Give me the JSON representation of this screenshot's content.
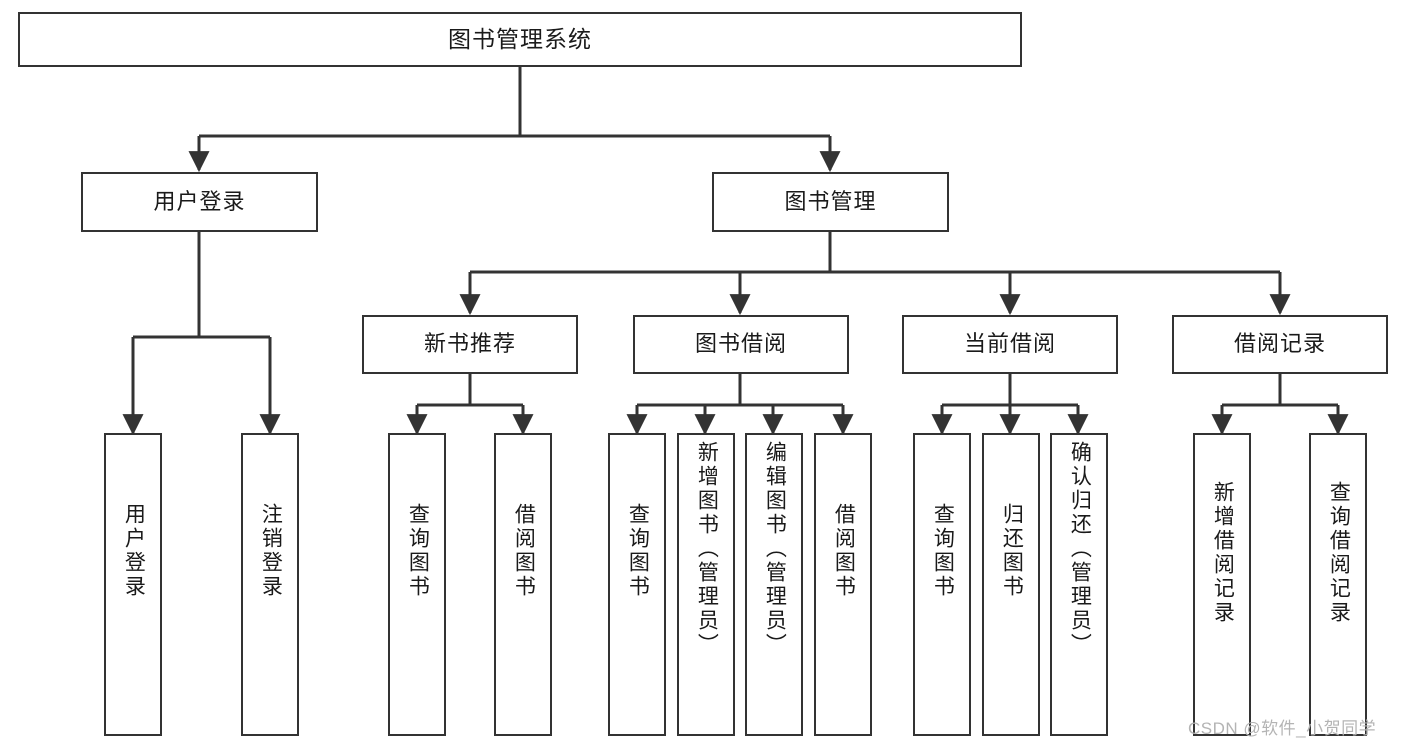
{
  "diagram": {
    "type": "tree-hierarchy",
    "title": "图书管理系统",
    "watermark": "CSDN @软件_小贺同学",
    "colors": {
      "box_border": "#333333",
      "box_fill": "#ffffff",
      "edge": "#333333",
      "text": "#1a1a1a",
      "watermark": "#b4b4b4",
      "background": "#ffffff"
    },
    "root": {
      "label": "图书管理系统"
    },
    "level2": [
      {
        "label": "用户登录"
      },
      {
        "label": "图书管理"
      }
    ],
    "level3": [
      {
        "label": "新书推荐"
      },
      {
        "label": "图书借阅"
      },
      {
        "label": "当前借阅"
      },
      {
        "label": "借阅记录"
      }
    ],
    "leaves": {
      "user_login": [
        {
          "label": "用户登录"
        },
        {
          "label": "注销登录"
        }
      ],
      "new_book_recommend": [
        {
          "label": "查询图书"
        },
        {
          "label": "借阅图书"
        }
      ],
      "book_borrow": [
        {
          "label": "查询图书"
        },
        {
          "label": "新增图书（管理员）"
        },
        {
          "label": "编辑图书（管理员）"
        },
        {
          "label": "借阅图书"
        }
      ],
      "current_borrow": [
        {
          "label": "查询图书"
        },
        {
          "label": "归还图书"
        },
        {
          "label": "确认归还（管理员）"
        }
      ],
      "borrow_record": [
        {
          "label": "新增借阅记录"
        },
        {
          "label": "查询借阅记录"
        }
      ]
    }
  }
}
